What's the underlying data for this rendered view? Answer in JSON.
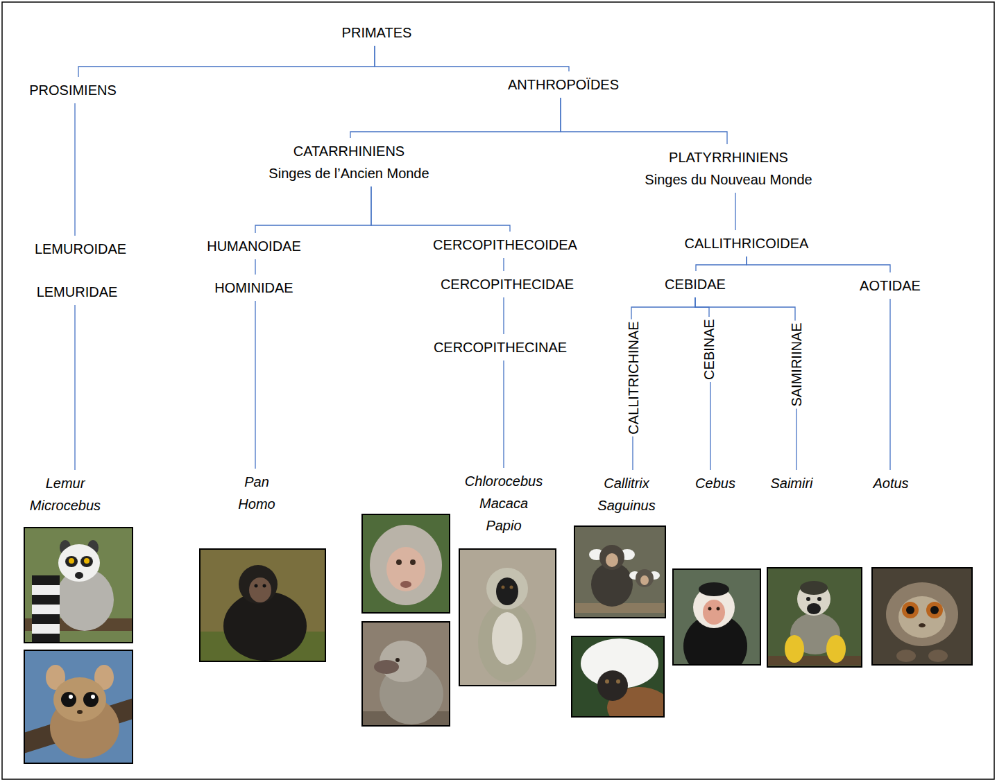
{
  "diagram": {
    "nodes": [
      {
        "text": [
          "PRIMATES"
        ]
      },
      {
        "text": [
          "PROSIMIENS"
        ]
      },
      {
        "text": [
          "ANTHROPOÏDES"
        ]
      },
      {
        "text": [
          "CATARRHINIENS",
          "Singes de l’Ancien Monde"
        ]
      },
      {
        "text": [
          "PLATYRRHINIENS",
          "Singes du Nouveau Monde"
        ]
      },
      {
        "text": [
          "LEMUROIDAE"
        ]
      },
      {
        "text": [
          "LEMURIDAE"
        ]
      },
      {
        "text": [
          "HUMANOIDAE"
        ]
      },
      {
        "text": [
          "HOMINIDAE"
        ]
      },
      {
        "text": [
          "CERCOPITHECOIDEA"
        ]
      },
      {
        "text": [
          "CERCOPITHECIDAE"
        ]
      },
      {
        "text": [
          "CERCOPITHECINAE"
        ]
      },
      {
        "text": [
          "CALLITHRICOIDEA"
        ]
      },
      {
        "text": [
          "CEBIDAE"
        ]
      },
      {
        "text": [
          "AOTIDAE"
        ]
      },
      {
        "text": [
          "CALLITRICHINAE"
        ]
      },
      {
        "text": [
          "CEBINAE"
        ]
      },
      {
        "text": [
          "SAIMIRIINAE"
        ]
      },
      {
        "text": [
          "Lemur",
          "Microcebus"
        ]
      },
      {
        "text": [
          "Pan",
          "Homo"
        ]
      },
      {
        "text": [
          "Chlorocebus",
          "Macaca",
          "Papio"
        ]
      },
      {
        "text": [
          "Callitrix",
          "Saguinus"
        ]
      },
      {
        "text": [
          "Cebus"
        ]
      },
      {
        "text": [
          "Saimiri"
        ]
      },
      {
        "text": [
          "Aotus"
        ]
      }
    ],
    "edges": [
      {
        "from": 0,
        "to": 1,
        "arrow": "none"
      },
      {
        "from": 0,
        "to": 2,
        "arrow": "none"
      },
      {
        "from": 2,
        "to": 3,
        "arrow": "none"
      },
      {
        "from": 2,
        "to": 4,
        "arrow": "none"
      },
      {
        "from": 1,
        "to": 5,
        "arrow": "none"
      },
      {
        "from": 6,
        "to": 18,
        "arrow": "none"
      },
      {
        "from": 3,
        "to": 7,
        "arrow": "none"
      },
      {
        "from": 3,
        "to": 9,
        "arrow": "none"
      },
      {
        "from": 7,
        "to": 8,
        "arrow": "none"
      },
      {
        "from": 8,
        "to": 19,
        "arrow": "none"
      },
      {
        "from": 9,
        "to": 10,
        "arrow": "none"
      },
      {
        "from": 10,
        "to": 11,
        "arrow": "none"
      },
      {
        "from": 11,
        "to": 20,
        "arrow": "none"
      },
      {
        "from": 4,
        "to": 12,
        "arrow": "none"
      },
      {
        "from": 12,
        "to": 13,
        "arrow": "none"
      },
      {
        "from": 12,
        "to": 14,
        "arrow": "none"
      },
      {
        "from": 13,
        "to": 15,
        "arrow": "none"
      },
      {
        "from": 13,
        "to": 16,
        "arrow": "none"
      },
      {
        "from": 13,
        "to": 17,
        "arrow": "none"
      },
      {
        "from": 15,
        "to": 21,
        "arrow": "none"
      },
      {
        "from": 16,
        "to": 22,
        "arrow": "none"
      },
      {
        "from": 17,
        "to": 23,
        "arrow": "none"
      },
      {
        "from": 14,
        "to": 24,
        "arrow": "none"
      }
    ]
  }
}
